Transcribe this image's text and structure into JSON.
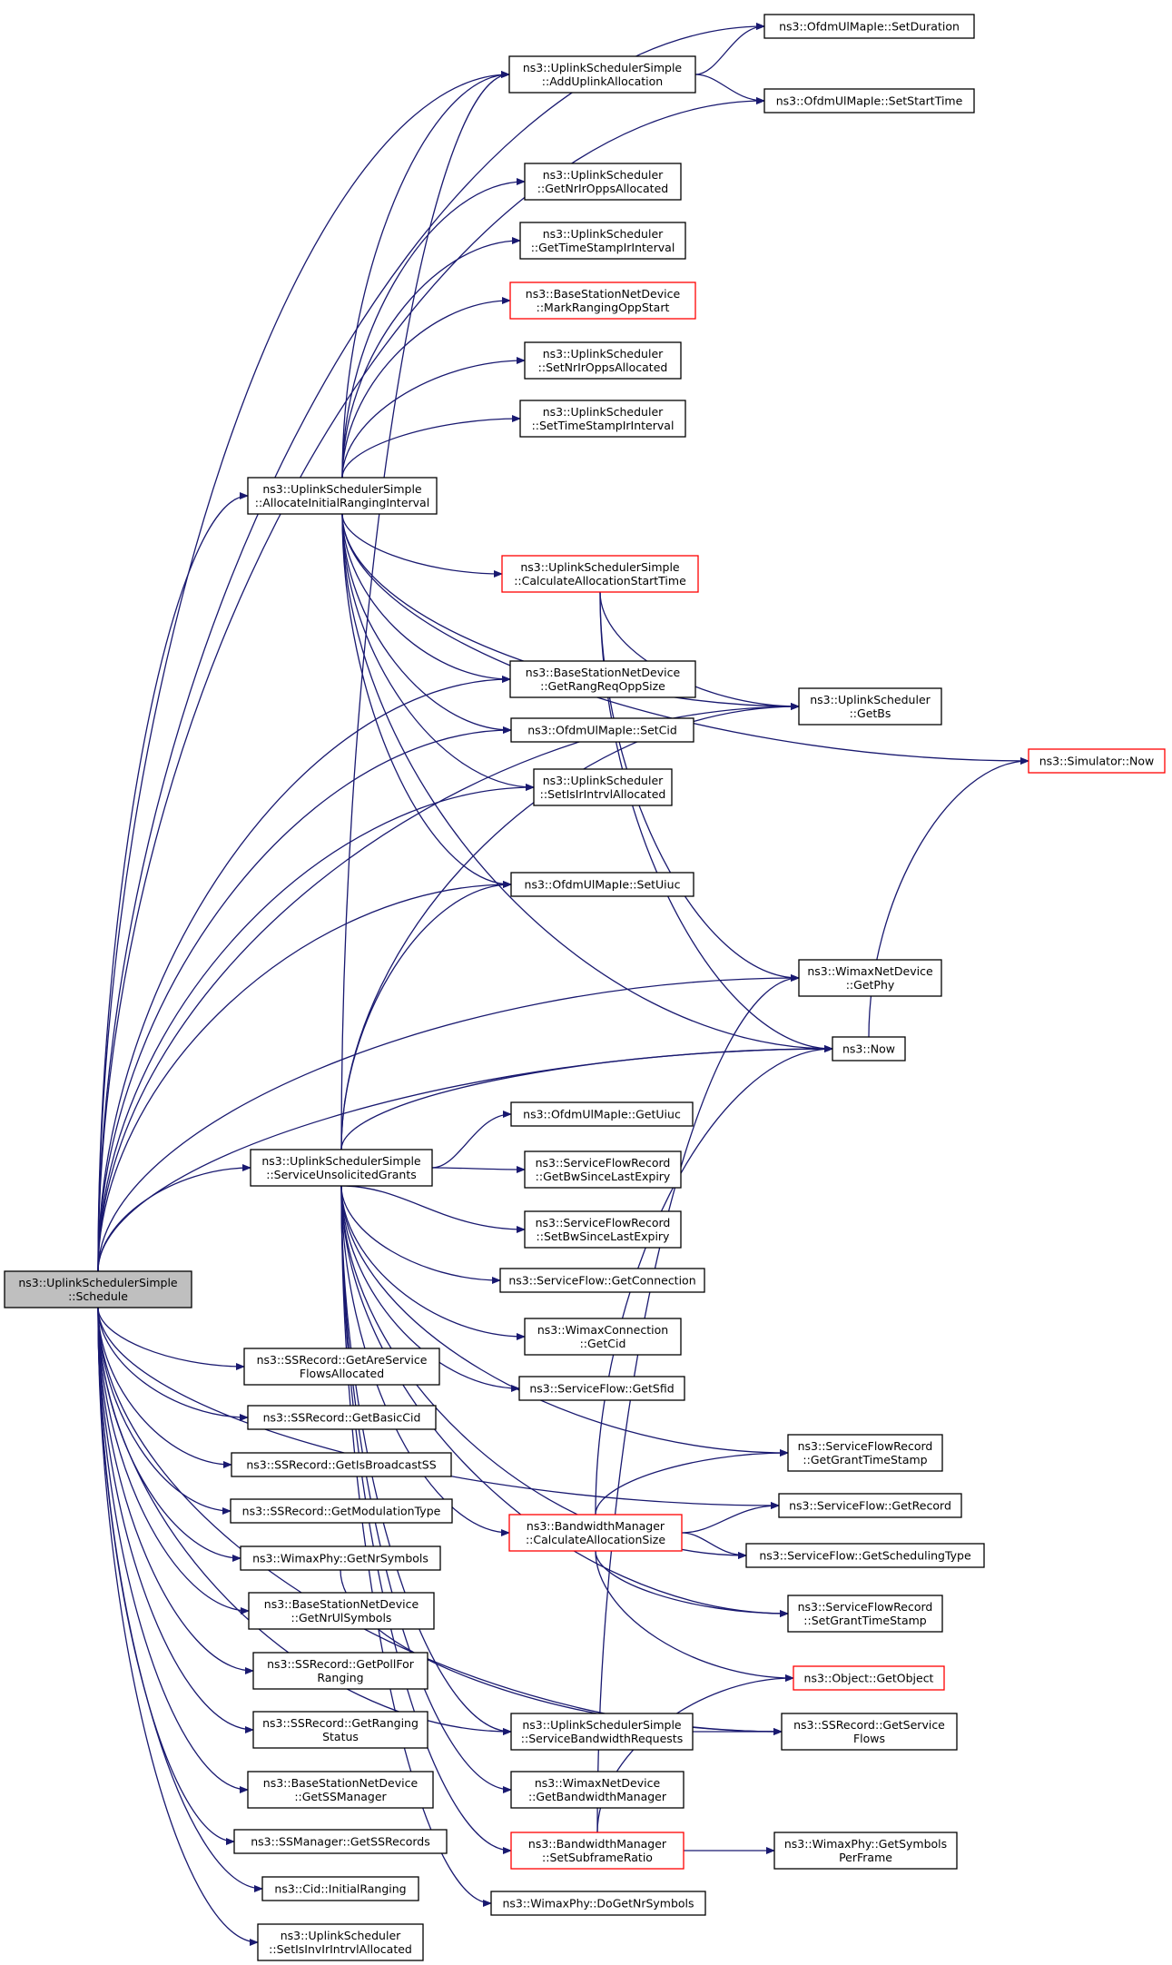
{
  "nodes": [
    {
      "id": "schedule",
      "lines": [
        "ns3::UplinkSchedulerSimple",
        "::Schedule"
      ],
      "style": "root"
    },
    {
      "id": "setDuration",
      "lines": [
        "ns3::OfdmUlMapIe::SetDuration"
      ],
      "style": "normal"
    },
    {
      "id": "addUplink",
      "lines": [
        "ns3::UplinkSchedulerSimple",
        "::AddUplinkAllocation"
      ],
      "style": "normal"
    },
    {
      "id": "setStartTime",
      "lines": [
        "ns3::OfdmUlMapIe::SetStartTime"
      ],
      "style": "normal"
    },
    {
      "id": "getNrIrOpps",
      "lines": [
        "ns3::UplinkScheduler",
        "::GetNrIrOppsAllocated"
      ],
      "style": "normal"
    },
    {
      "id": "getTimeStampIr",
      "lines": [
        "ns3::UplinkScheduler",
        "::GetTimeStampIrInterval"
      ],
      "style": "normal"
    },
    {
      "id": "markRanging",
      "lines": [
        "ns3::BaseStationNetDevice",
        "::MarkRangingOppStart"
      ],
      "style": "red"
    },
    {
      "id": "setNrIrOpps",
      "lines": [
        "ns3::UplinkScheduler",
        "::SetNrIrOppsAllocated"
      ],
      "style": "normal"
    },
    {
      "id": "setTimeStampIr",
      "lines": [
        "ns3::UplinkScheduler",
        "::SetTimeStampIrInterval"
      ],
      "style": "normal"
    },
    {
      "id": "allocInitial",
      "lines": [
        "ns3::UplinkSchedulerSimple",
        "::AllocateInitialRangingInterval"
      ],
      "style": "normal"
    },
    {
      "id": "calcStart",
      "lines": [
        "ns3::UplinkSchedulerSimple",
        "::CalculateAllocationStartTime"
      ],
      "style": "red"
    },
    {
      "id": "getRangReq",
      "lines": [
        "ns3::BaseStationNetDevice",
        "::GetRangReqOppSize"
      ],
      "style": "normal"
    },
    {
      "id": "getBs",
      "lines": [
        "ns3::UplinkScheduler",
        "::GetBs"
      ],
      "style": "normal"
    },
    {
      "id": "simNow",
      "lines": [
        "ns3::Simulator::Now"
      ],
      "style": "red"
    },
    {
      "id": "setCid",
      "lines": [
        "ns3::OfdmUlMapIe::SetCid"
      ],
      "style": "normal"
    },
    {
      "id": "setIsIr",
      "lines": [
        "ns3::UplinkScheduler",
        "::SetIsIrIntrvlAllocated"
      ],
      "style": "normal"
    },
    {
      "id": "setUiuc",
      "lines": [
        "ns3::OfdmUlMapIe::SetUiuc"
      ],
      "style": "normal"
    },
    {
      "id": "wimaxGetPhy",
      "lines": [
        "ns3::WimaxNetDevice",
        "::GetPhy"
      ],
      "style": "normal"
    },
    {
      "id": "now",
      "lines": [
        "ns3::Now"
      ],
      "style": "normal"
    },
    {
      "id": "getUiuc",
      "lines": [
        "ns3::OfdmUlMapIe::GetUiuc"
      ],
      "style": "normal"
    },
    {
      "id": "serviceUnsol",
      "lines": [
        "ns3::UplinkSchedulerSimple",
        "::ServiceUnsolicitedGrants"
      ],
      "style": "normal"
    },
    {
      "id": "getBwSince",
      "lines": [
        "ns3::ServiceFlowRecord",
        "::GetBwSinceLastExpiry"
      ],
      "style": "normal"
    },
    {
      "id": "setBwSince",
      "lines": [
        "ns3::ServiceFlowRecord",
        "::SetBwSinceLastExpiry"
      ],
      "style": "normal"
    },
    {
      "id": "getConnection",
      "lines": [
        "ns3::ServiceFlow::GetConnection"
      ],
      "style": "normal"
    },
    {
      "id": "wimaxGetCid",
      "lines": [
        "ns3::WimaxConnection",
        "::GetCid"
      ],
      "style": "normal"
    },
    {
      "id": "getSfid",
      "lines": [
        "ns3::ServiceFlow::GetSfid"
      ],
      "style": "normal"
    },
    {
      "id": "getAreService",
      "lines": [
        "ns3::SSRecord::GetAreService",
        "FlowsAllocated"
      ],
      "style": "normal"
    },
    {
      "id": "getBasicCid",
      "lines": [
        "ns3::SSRecord::GetBasicCid"
      ],
      "style": "normal"
    },
    {
      "id": "getIsBroadcast",
      "lines": [
        "ns3::SSRecord::GetIsBroadcastSS"
      ],
      "style": "normal"
    },
    {
      "id": "getModType",
      "lines": [
        "ns3::SSRecord::GetModulationType"
      ],
      "style": "normal"
    },
    {
      "id": "getNrSymbols",
      "lines": [
        "ns3::WimaxPhy::GetNrSymbols"
      ],
      "style": "normal"
    },
    {
      "id": "getNrUlSymbols",
      "lines": [
        "ns3::BaseStationNetDevice",
        "::GetNrUlSymbols"
      ],
      "style": "normal"
    },
    {
      "id": "getPollFor",
      "lines": [
        "ns3::SSRecord::GetPollFor",
        "Ranging"
      ],
      "style": "normal"
    },
    {
      "id": "getRangingStatus",
      "lines": [
        "ns3::SSRecord::GetRanging",
        "Status"
      ],
      "style": "normal"
    },
    {
      "id": "getSSManager",
      "lines": [
        "ns3::BaseStationNetDevice",
        "::GetSSManager"
      ],
      "style": "normal"
    },
    {
      "id": "getSSRecords",
      "lines": [
        "ns3::SSManager::GetSSRecords"
      ],
      "style": "normal"
    },
    {
      "id": "initialRanging",
      "lines": [
        "ns3::Cid::InitialRanging"
      ],
      "style": "normal"
    },
    {
      "id": "setIsInv",
      "lines": [
        "ns3::UplinkScheduler",
        "::SetIsInvIrIntrvlAllocated"
      ],
      "style": "normal"
    },
    {
      "id": "getGrantTs",
      "lines": [
        "ns3::ServiceFlowRecord",
        "::GetGrantTimeStamp"
      ],
      "style": "normal"
    },
    {
      "id": "getRecord",
      "lines": [
        "ns3::ServiceFlow::GetRecord"
      ],
      "style": "normal"
    },
    {
      "id": "calcAllocSize",
      "lines": [
        "ns3::BandwidthManager",
        "::CalculateAllocationSize"
      ],
      "style": "red"
    },
    {
      "id": "getSchedType",
      "lines": [
        "ns3::ServiceFlow::GetSchedulingType"
      ],
      "style": "normal"
    },
    {
      "id": "setGrantTs",
      "lines": [
        "ns3::ServiceFlowRecord",
        "::SetGrantTimeStamp"
      ],
      "style": "normal"
    },
    {
      "id": "getObject",
      "lines": [
        "ns3::Object::GetObject"
      ],
      "style": "red"
    },
    {
      "id": "serviceBw",
      "lines": [
        "ns3::UplinkSchedulerSimple",
        "::ServiceBandwidthRequests"
      ],
      "style": "normal"
    },
    {
      "id": "getServiceFlows",
      "lines": [
        "ns3::SSRecord::GetService",
        "Flows"
      ],
      "style": "normal"
    },
    {
      "id": "getBwManager",
      "lines": [
        "ns3::WimaxNetDevice",
        "::GetBandwidthManager"
      ],
      "style": "normal"
    },
    {
      "id": "setSubframe",
      "lines": [
        "ns3::BandwidthManager",
        "::SetSubframeRatio"
      ],
      "style": "red"
    },
    {
      "id": "getSymbolsPerFrame",
      "lines": [
        "ns3::WimaxPhy::GetSymbols",
        "PerFrame"
      ],
      "style": "normal"
    },
    {
      "id": "doGetNrSymbols",
      "lines": [
        "ns3::WimaxPhy::DoGetNrSymbols"
      ],
      "style": "normal"
    }
  ],
  "edges": [
    [
      "schedule",
      "setDuration"
    ],
    [
      "schedule",
      "addUplink"
    ],
    [
      "schedule",
      "setStartTime"
    ],
    [
      "schedule",
      "allocInitial"
    ],
    [
      "schedule",
      "getRangReq"
    ],
    [
      "schedule",
      "setCid"
    ],
    [
      "schedule",
      "setIsIr"
    ],
    [
      "schedule",
      "getBs"
    ],
    [
      "schedule",
      "setUiuc"
    ],
    [
      "schedule",
      "wimaxGetPhy"
    ],
    [
      "schedule",
      "now"
    ],
    [
      "schedule",
      "serviceUnsol"
    ],
    [
      "schedule",
      "getAreService"
    ],
    [
      "schedule",
      "getBasicCid"
    ],
    [
      "schedule",
      "getIsBroadcast"
    ],
    [
      "schedule",
      "getModType"
    ],
    [
      "schedule",
      "getNrSymbols"
    ],
    [
      "schedule",
      "getNrUlSymbols"
    ],
    [
      "schedule",
      "getPollFor"
    ],
    [
      "schedule",
      "getRangingStatus"
    ],
    [
      "schedule",
      "getSSManager"
    ],
    [
      "schedule",
      "getSSRecords"
    ],
    [
      "schedule",
      "initialRanging"
    ],
    [
      "schedule",
      "setIsInv"
    ],
    [
      "schedule",
      "getRecord"
    ],
    [
      "schedule",
      "serviceBw"
    ],
    [
      "schedule",
      "getServiceFlows"
    ],
    [
      "addUplink",
      "setDuration"
    ],
    [
      "addUplink",
      "setStartTime"
    ],
    [
      "allocInitial",
      "addUplink"
    ],
    [
      "allocInitial",
      "getNrIrOpps"
    ],
    [
      "allocInitial",
      "getTimeStampIr"
    ],
    [
      "allocInitial",
      "markRanging"
    ],
    [
      "allocInitial",
      "setNrIrOpps"
    ],
    [
      "allocInitial",
      "setTimeStampIr"
    ],
    [
      "allocInitial",
      "calcStart"
    ],
    [
      "allocInitial",
      "getRangReq"
    ],
    [
      "allocInitial",
      "getBs"
    ],
    [
      "allocInitial",
      "simNow"
    ],
    [
      "allocInitial",
      "setCid"
    ],
    [
      "allocInitial",
      "setIsIr"
    ],
    [
      "allocInitial",
      "setUiuc"
    ],
    [
      "allocInitial",
      "now"
    ],
    [
      "calcStart",
      "getBs"
    ],
    [
      "calcStart",
      "wimaxGetPhy"
    ],
    [
      "calcStart",
      "now"
    ],
    [
      "now",
      "simNow"
    ],
    [
      "serviceUnsol",
      "addUplink"
    ],
    [
      "serviceUnsol",
      "setUiuc"
    ],
    [
      "serviceUnsol",
      "getBs"
    ],
    [
      "serviceUnsol",
      "now"
    ],
    [
      "serviceUnsol",
      "getUiuc"
    ],
    [
      "serviceUnsol",
      "getBwSince"
    ],
    [
      "serviceUnsol",
      "setBwSince"
    ],
    [
      "serviceUnsol",
      "getConnection"
    ],
    [
      "serviceUnsol",
      "wimaxGetCid"
    ],
    [
      "serviceUnsol",
      "getSfid"
    ],
    [
      "serviceUnsol",
      "getGrantTs"
    ],
    [
      "serviceUnsol",
      "calcAllocSize"
    ],
    [
      "serviceUnsol",
      "getSchedType"
    ],
    [
      "serviceUnsol",
      "setGrantTs"
    ],
    [
      "serviceUnsol",
      "serviceBw"
    ],
    [
      "serviceUnsol",
      "getBwManager"
    ],
    [
      "serviceUnsol",
      "setSubframe"
    ],
    [
      "serviceUnsol",
      "doGetNrSymbols"
    ],
    [
      "getNrSymbols",
      "getServiceFlows"
    ],
    [
      "calcAllocSize",
      "now"
    ],
    [
      "calcAllocSize",
      "getGrantTs"
    ],
    [
      "calcAllocSize",
      "getRecord"
    ],
    [
      "calcAllocSize",
      "getSchedType"
    ],
    [
      "calcAllocSize",
      "setGrantTs"
    ],
    [
      "calcAllocSize",
      "getObject"
    ],
    [
      "serviceBw",
      "getServiceFlows"
    ],
    [
      "setSubframe",
      "wimaxGetPhy"
    ],
    [
      "setSubframe",
      "getObject"
    ],
    [
      "setSubframe",
      "getSymbolsPerFrame"
    ]
  ]
}
